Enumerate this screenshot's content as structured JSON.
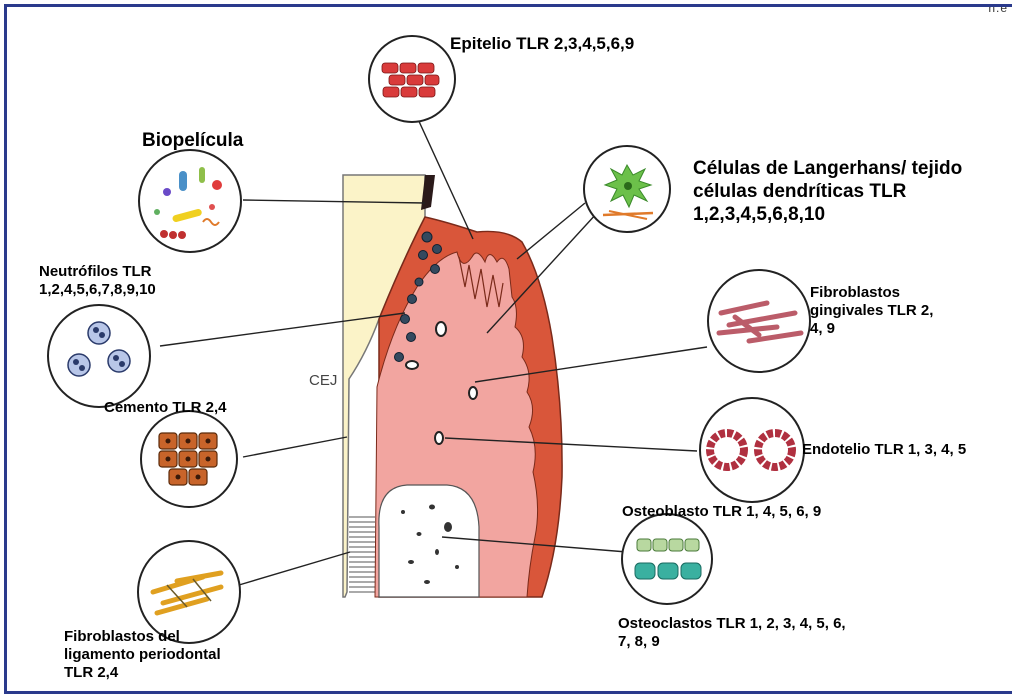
{
  "corner_mark": "ñ.e",
  "labels": {
    "epitelio": "Epitelio TLR 2,3,4,5,6,9",
    "biopelicula": "Biopelícula",
    "langerhans": "Células de Langerhans/ tejido\ncélulas dendríticas TLR\n1,2,3,4,5,6,8,10",
    "neutrofilos": "Neutrófilos TLR\n1,2,4,5,6,7,8,9,10",
    "fibro_gingivales": "Fibroblastos\ngingivales TLR 2,\n4, 9",
    "cej": "CEJ",
    "cemento": "Cemento TLR 2,4",
    "endotelio": "Endotelio TLR 1, 3, 4, 5",
    "osteoblasto": "Osteoblasto TLR 1, 4, 5, 6, 9",
    "fibro_ligamento": "Fibroblastos del\nligamento periodontal\nTLR 2,4",
    "osteoclastos": "Osteoclastos TLR 1, 2, 3, 4, 5, 6,\n7, 8, 9"
  },
  "colors": {
    "gingiva_dark": "#d9563a",
    "gingiva_light": "#f2a5a0",
    "tooth": "#fbf3c8",
    "bone": "#ffffff",
    "frame": "#2a3a8c"
  }
}
